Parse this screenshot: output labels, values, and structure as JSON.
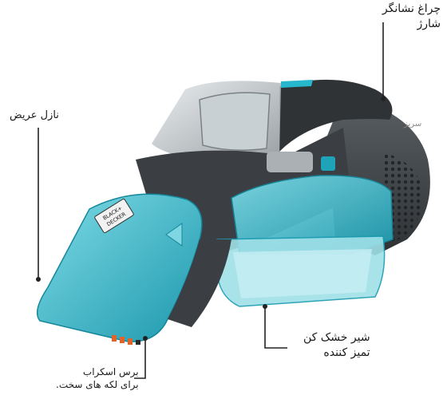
{
  "labels": {
    "charge_indicator": [
      "چراغ نشانگر",
      "شارژ"
    ],
    "wide_nozzle": "نازل عریض",
    "dry_tap": [
      "شیر خشک کن",
      "تمیز کننده"
    ],
    "scrub_brush": [
      "برس اسکراب",
      "برای لکه های سخت."
    ]
  },
  "device_text": {
    "body_label": "سریز",
    "logo_line1": "BLACK+",
    "logo_line2": "DECKER"
  },
  "colors": {
    "body_dark": "#3f4347",
    "teal": "#1fa3b8",
    "teal_light": "#6fd3df",
    "grey_shell": "#9aa0a4",
    "leader_line": "#222222"
  }
}
